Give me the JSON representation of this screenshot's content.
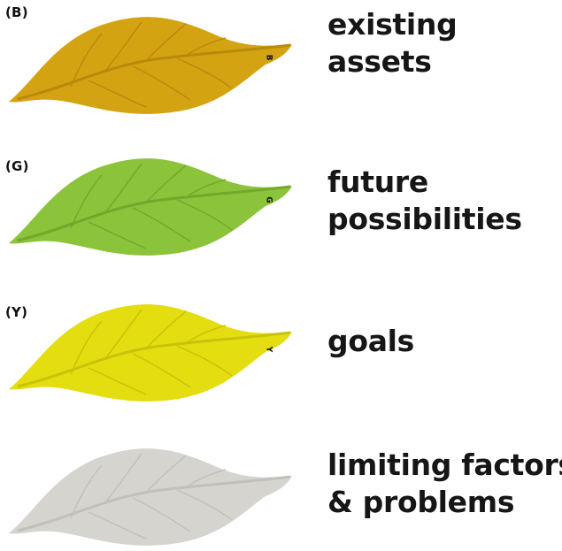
{
  "legend": [
    {
      "tag": "(B)",
      "leaf_letter": "B",
      "color": "#D4A312",
      "vein_color": "#B88A0C",
      "caption_lines": [
        "existing",
        "assets"
      ]
    },
    {
      "tag": "(G)",
      "leaf_letter": "G",
      "color": "#8BC33A",
      "vein_color": "#73A82B",
      "caption_lines": [
        "future",
        "possibilities"
      ]
    },
    {
      "tag": "(Y)",
      "leaf_letter": "Y",
      "color": "#E4DD10",
      "vein_color": "#C9C20A",
      "caption_lines": [
        "goals"
      ]
    },
    {
      "tag": "",
      "leaf_letter": "",
      "color": "#D6D4CF",
      "vein_color": "#C2C0BA",
      "caption_lines": [
        "limiting factors",
        "& problems"
      ]
    }
  ]
}
